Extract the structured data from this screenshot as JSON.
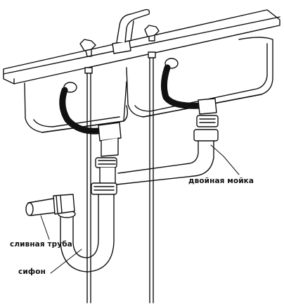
{
  "labels": {
    "double_sink": "двойная мойка",
    "drain_pipe": "сливная труба",
    "siphon": "сифон"
  },
  "colors": {
    "ink": "#111111",
    "paper": "#ffffff"
  }
}
